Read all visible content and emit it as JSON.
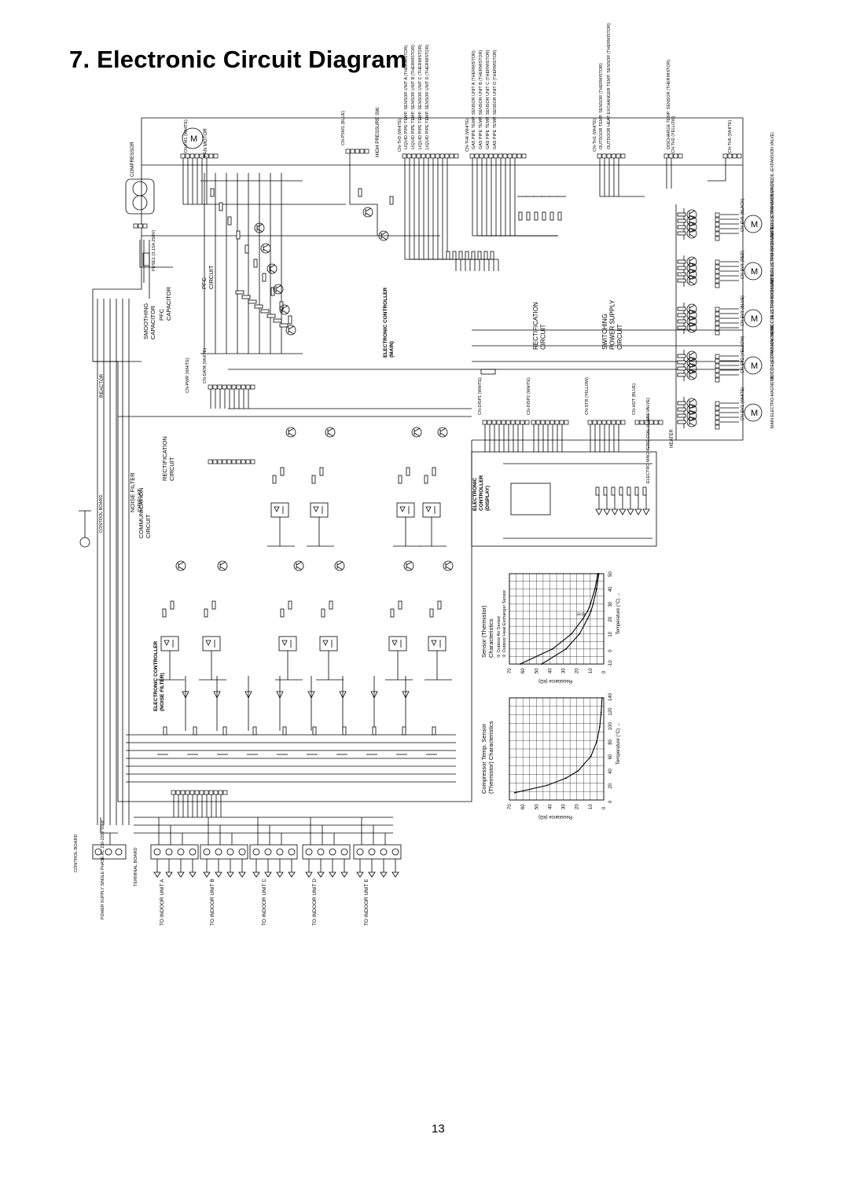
{
  "page": {
    "title": "7. Electronic Circuit Diagram",
    "page_number": "13"
  },
  "blocks": [
    {
      "key": "smoothing",
      "lines": [
        "SMOOTHING",
        "CAPACITOR"
      ]
    },
    {
      "key": "pfc_cap",
      "lines": [
        "PFC",
        "CAPACITOR"
      ]
    },
    {
      "key": "pfc_circuit",
      "lines": [
        "PFC",
        "CIRCUIT"
      ]
    },
    {
      "key": "rect_main",
      "lines": [
        "RECTIFICATION",
        "CIRCUIT"
      ]
    },
    {
      "key": "switching",
      "lines": [
        "SWITCHING",
        "POWER SUPPLY",
        "CIRCUIT"
      ]
    },
    {
      "key": "rect_noise",
      "lines": [
        "RECTIFICATION",
        "CIRCUIT"
      ]
    },
    {
      "key": "noise_filter",
      "lines": [
        "NOISE FILTER",
        "CIRCUIT"
      ]
    },
    {
      "key": "comm",
      "lines": [
        "COMMUNICATION",
        "CIRCUIT"
      ]
    }
  ],
  "controllers": {
    "main": [
      "ELECTRONIC CONTROLLER",
      "(MAIN)"
    ],
    "noise": [
      "ELECTRONIC CONTROLLER",
      "(NOISE FILTER)"
    ],
    "display": [
      "ELECTRONIC",
      "CONTROLLER",
      "(DISPLAY)"
    ]
  },
  "components": {
    "compressor": "COMPRESSOR",
    "fan_motor": "FAN MOTOR",
    "high_pressure": "HIGH PRESSURE SW.",
    "reactor": "REACTOR",
    "fuse1": "FUSE1 (3.15A 250V)",
    "heater": "HEATER",
    "electro_magnetic": "ELECTRO MAGNETIC COIL (4-WAY VALVE)",
    "control_board_top": "CONTROL BOARD",
    "control_board": "CONTROL BOARD",
    "terminal_board": "TERMINAL BOARD",
    "power_supply": "POWER SUPPLY SINGLE PHASE AC 230-220V 50Hz"
  },
  "connectors": [
    "CN-FM1 (WHITE)",
    "CN-PSW1 (BLUE)",
    "CN-TH3 (WHITE)",
    "CN-TH4 (WHITE)",
    "CN-TH1 (WHITE)",
    "CN-TH2 (YELLOW)",
    "CN-TH5 (WHITE)",
    "CN-EV1 (WHITE)",
    "CN-EV2 (YELLOW)",
    "CN-EV3 (BLUE)",
    "CN-EV4 (RED)",
    "CN-EV5 (BLACK)",
    "CN-DISP1 (WHITE)",
    "CN-DISP2 (WHITE)",
    "CN-HOT (BLUE)",
    "CN-STR (YELLOW)",
    "CN-DATA (WHITE)",
    "CN-PWR (WHITE)"
  ],
  "sensors": [
    "LIQUID PIPE TEMP. SENSOR UNIT A (THERMISTOR)",
    "LIQUID PIPE TEMP. SENSOR UNIT B (THERMISTOR)",
    "LIQUID PIPE TEMP. SENSOR UNIT C (THERMISTOR)",
    "LIQUID PIPE TEMP. SENSOR UNIT D (THERMISTOR)",
    "GAS PIPE TEMP. SENSOR UNIT A (THERMISTOR)",
    "GAS PIPE TEMP. SENSOR UNIT B (THERMISTOR)",
    "GAS PIPE TEMP. SENSOR UNIT C (THERMISTOR)",
    "GAS PIPE TEMP. SENSOR UNIT D (THERMISTOR)",
    "OUTDOOR TEMP. SENSOR (THERMISTOR)",
    "OUTDOOR HEAT EXCHANGER TEMP. SENSOR (THERMISTOR)",
    "DISCHARGE TEMP. SENSOR (THERMISTOR)"
  ],
  "valves": [
    "UNIT A ELECTRO-MAGNETIC COIL (EXPANSION VALVE)",
    "UNIT B ELECTRO-MAGNETIC COIL (EXPANSION VALVE)",
    "UNIT C ELECTRO-MAGNETIC COIL (EXPANSION VALVE)",
    "UNIT D ELECTRO-MAGNETIC COIL (EXPANSION VALVE)",
    "MAIN ELECTRO-MAGNETIC COIL (EXPANSION VALVE)"
  ],
  "indoor_units": [
    "TO INDOOR UNIT A",
    "TO INDOOR UNIT B",
    "TO INDOOR UNIT C",
    "TO INDOOR UNIT D",
    "TO INDOOR UNIT E"
  ],
  "charts": {
    "sensor": {
      "title": [
        "Sensor (Thermistor)",
        "Characteristics"
      ],
      "legend": [
        "① Outdoor Air Sensor",
        "② Outdoor Heat Exchanger Sensor"
      ],
      "xlabel": "Temperature (°C)",
      "ylabel": "Resistance (kΩ)"
    },
    "compressor": {
      "title": [
        "Compressor Temp. Sensor",
        "(Thermistor) Characteristics"
      ],
      "xlabel": "Temperature (°C)",
      "ylabel": "Resistance (kΩ)"
    }
  },
  "chart_data": [
    {
      "type": "line",
      "title": "Sensor (Thermistor) Characteristics",
      "xlabel": "Temperature (°C)",
      "ylabel": "Resistance (kΩ)",
      "x_ticks": [
        "-10",
        "0",
        "10",
        "20",
        "30",
        "40",
        "50"
      ],
      "y_ticks": [
        "0",
        "10",
        "20",
        "30",
        "40",
        "50",
        "60",
        "70"
      ],
      "xlim": [
        -10,
        50
      ],
      "ylim": [
        0,
        70
      ],
      "grid": true,
      "series": [
        {
          "name": "①",
          "x": [
            -10,
            0,
            10,
            20,
            25,
            30,
            40,
            50
          ],
          "y": [
            62,
            38,
            24,
            15.5,
            12,
            9.8,
            6.5,
            4.4
          ]
        },
        {
          "name": "②",
          "x": [
            -10,
            0,
            10,
            20,
            25,
            30,
            40,
            50
          ],
          "y": [
            46,
            28,
            18,
            12,
            9.5,
            7.8,
            5.3,
            3.6
          ]
        }
      ]
    },
    {
      "type": "line",
      "title": "Compressor Temp. Sensor (Thermistor) Characteristics",
      "xlabel": "Temperature (°C)",
      "ylabel": "Resistance (kΩ)",
      "x_ticks": [
        "0",
        "20",
        "40",
        "60",
        "80",
        "100",
        "120",
        "140"
      ],
      "y_ticks": [
        "0",
        "10",
        "20",
        "30",
        "40",
        "50",
        "60",
        "70"
      ],
      "xlim": [
        0,
        140
      ],
      "ylim": [
        0,
        70
      ],
      "grid": true,
      "series": [
        {
          "x": [
            10,
            20,
            30,
            40,
            60,
            80,
            100,
            120,
            140
          ],
          "y": [
            66,
            42,
            28,
            19,
            9.5,
            5.2,
            3,
            1.9,
            1.2
          ]
        }
      ]
    }
  ]
}
